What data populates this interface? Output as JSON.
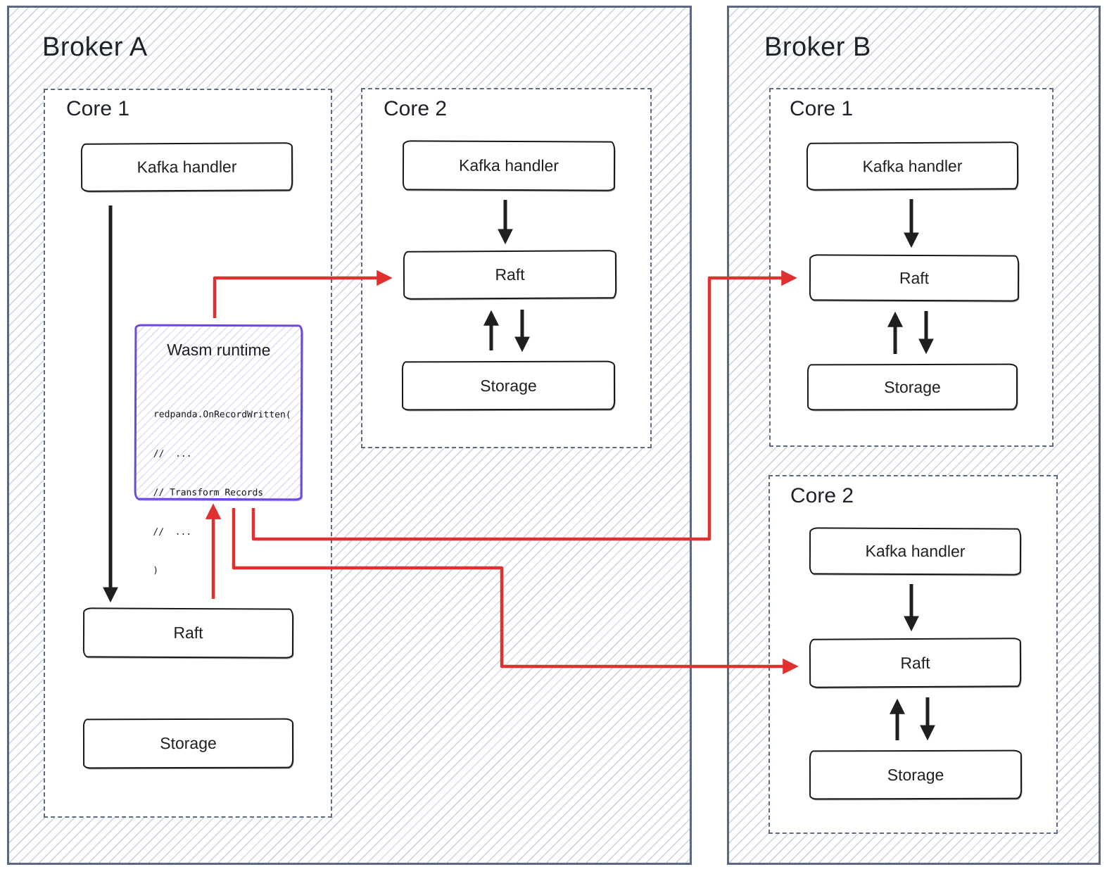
{
  "diagram": {
    "broker_a": {
      "title": "Broker A",
      "core1": {
        "title": "Core 1",
        "kafka": "Kafka handler",
        "raft": "Raft",
        "storage": "Storage",
        "wasm": {
          "title": "Wasm runtime",
          "code": [
            "redpanda.OnRecordWritten(",
            "//  ...",
            "// Transform Records",
            "//  ...",
            ")"
          ]
        }
      },
      "core2": {
        "title": "Core 2",
        "kafka": "Kafka handler",
        "raft": "Raft",
        "storage": "Storage"
      }
    },
    "broker_b": {
      "title": "Broker B",
      "core1": {
        "title": "Core 1",
        "kafka": "Kafka handler",
        "raft": "Raft",
        "storage": "Storage"
      },
      "core2": {
        "title": "Core 2",
        "kafka": "Kafka handler",
        "raft": "Raft",
        "storage": "Storage"
      }
    },
    "colors": {
      "arrow_red": "#e03131",
      "arrow_black": "#1f1f1f",
      "wasm_purple": "#6c48e2",
      "wasm_hatch": "#ded8f8",
      "broker_border": "#5b6880",
      "core_border": "#5f6b80",
      "box_border": "#181818",
      "hatch_line": "#c9d0dd"
    }
  }
}
